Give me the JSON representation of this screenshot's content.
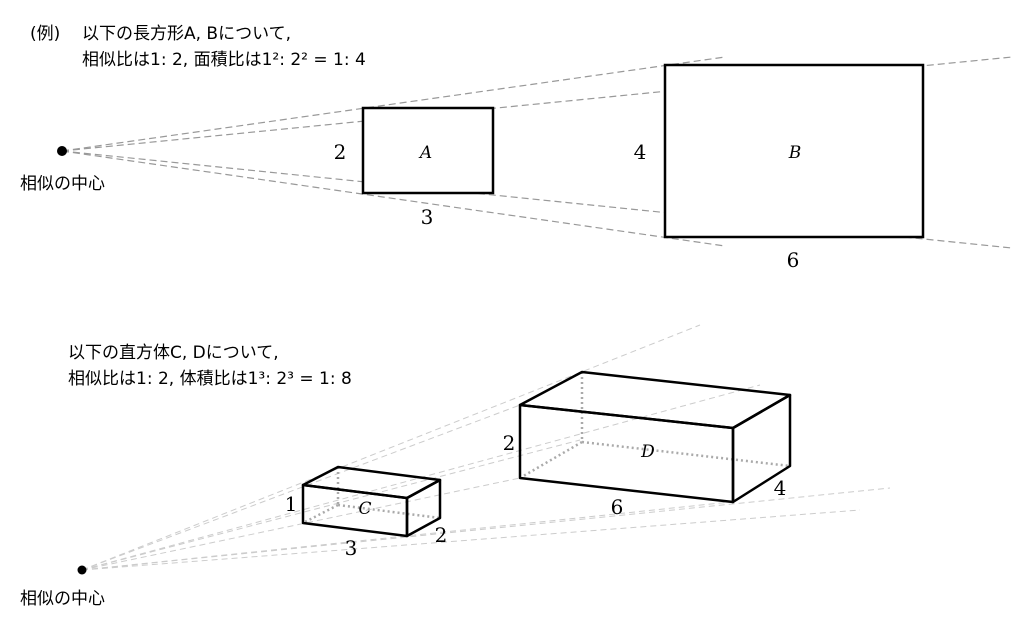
{
  "example_prefix": "(例)",
  "rect_section": {
    "line1": "以下の長方形A, Bについて,",
    "line2": "相似比は1: 2,  面積比は1²: 2² = 1: 4",
    "center_label": "相似の中心",
    "rect_a": {
      "name": "A",
      "height_label": "2",
      "width_label": "3"
    },
    "rect_b": {
      "name": "B",
      "height_label": "4",
      "width_label": "6"
    }
  },
  "box_section": {
    "line1": "以下の直方体C, Dについて,",
    "line2": "相似比は1: 2,  体積比は1³: 2³ = 1: 8",
    "center_label": "相似の中心",
    "box_c": {
      "name": "C",
      "height_label": "1",
      "width_label": "3",
      "depth_label": "2"
    },
    "box_d": {
      "name": "D",
      "height_label": "2",
      "width_label": "6",
      "depth_label": "4"
    }
  }
}
